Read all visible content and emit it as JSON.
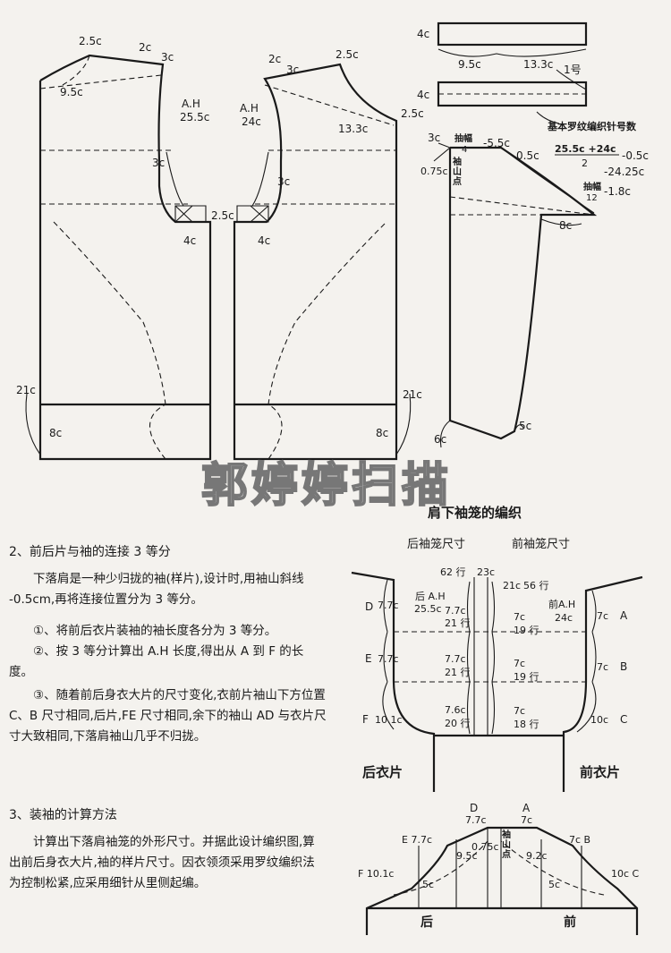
{
  "top_diagram": {
    "back_labels": [
      "2.5c",
      "2c",
      "3c",
      "9.5c",
      "A.H",
      "25.5c",
      "3c",
      "2.5c",
      "4c",
      "21c",
      "8c"
    ],
    "front_labels": [
      "2c",
      "2.5c",
      "3c",
      "A.H",
      "24c",
      "13.3c",
      "2.5c",
      "3c",
      "4c",
      "21c",
      "8c"
    ],
    "rib": {
      "top_left": "4c",
      "top_mid": "9.5c",
      "top_right": "13.3c",
      "bottom_left": "4c",
      "needle": "1号",
      "note": "基本罗纹编织针号数"
    },
    "sleeve": {
      "c3": "3c",
      "c075": "0.75c",
      "shan": "袖山点",
      "lbl1_top": "抽幅",
      "lbl1_bot": "4",
      "lbl1_val": "-5.5c",
      "c05": "0.5c",
      "formula_top": "25.5c +24c",
      "formula_bot": "2",
      "formula_a": "-0.5c",
      "formula_b": "-24.25c",
      "lbl2_top": "抽幅",
      "lbl2_bot": "12",
      "lbl2_val": "-1.8c",
      "c8": "8c",
      "c6": "6c",
      "c5": "5c"
    }
  },
  "watermark": "郭婷婷扫描",
  "right_diagram": {
    "title": "肩下袖笼的编织",
    "back_title": "后袖笼尺寸",
    "front_title": "前袖笼尺寸",
    "rows_back": "62 行",
    "c23": "23c",
    "c21": "21c",
    "rows_front": "56 行",
    "back_ah": "后 A.H",
    "back_ah_val": "25.5c",
    "front_ah": "前A.H",
    "front_ah_val": "24c",
    "left_rows": [
      {
        "letter": "D",
        "cm": "7.7c",
        "inner": "7.7c",
        "rows": "21 行"
      },
      {
        "letter": "E",
        "cm": "7.7c",
        "inner": "7.7c",
        "rows": "21 行"
      },
      {
        "letter": "F",
        "cm": "10.1c",
        "inner": "7.6c",
        "rows": "20 行"
      }
    ],
    "right_rows": [
      {
        "letter": "A",
        "cm": "7c",
        "inner": "7c",
        "rows": "19 行"
      },
      {
        "letter": "B",
        "cm": "7c",
        "inner": "7c",
        "rows": "19 行"
      },
      {
        "letter": "C",
        "cm": "10c",
        "inner": "7c",
        "rows": "18 行"
      }
    ],
    "back_piece": "后衣片",
    "front_piece": "前衣片"
  },
  "text": {
    "h2": "2、前后片与袖的连接 3 等分",
    "p1": "下落肩是一种少归拢的袖(样片),设计时,用袖山斜线 -0.5cm,再将连接位置分为 3 等分。",
    "p2": "①、将前后衣片装袖的袖长度各分为 3 等分。",
    "p3": "②、按 3 等分计算出 A.H 长度,得出从 A 到 F 的长度。",
    "p4": "③、随着前后身衣大片的尺寸变化,衣前片袖山下方位置 C、B 尺寸相同,后片,FE 尺寸相同,余下的袖山 AD 与衣片尺寸大致相同,下落肩袖山几乎不归拢。",
    "h3": "3、装袖的计算方法",
    "p5": "计算出下落肩袖笼的外形尺寸。并据此设计编织图,算出前后身衣大片,袖的样片尺寸。因衣领须采用罗纹编织法为控制松紧,应采用细针从里侧起编。"
  },
  "bottom_diagram": {
    "D": "D",
    "A": "A",
    "dcm": "7.7c",
    "acm": "7c",
    "E": "E 7.7c",
    "B": "7c B",
    "F": "F 10.1c",
    "C": "10c C",
    "c95": "9.5c",
    "c075": "0.75c",
    "shan": "袖山点",
    "c92": "9.2c",
    "c5l": "5c",
    "c5r": "5c",
    "back": "后",
    "front": "前"
  }
}
